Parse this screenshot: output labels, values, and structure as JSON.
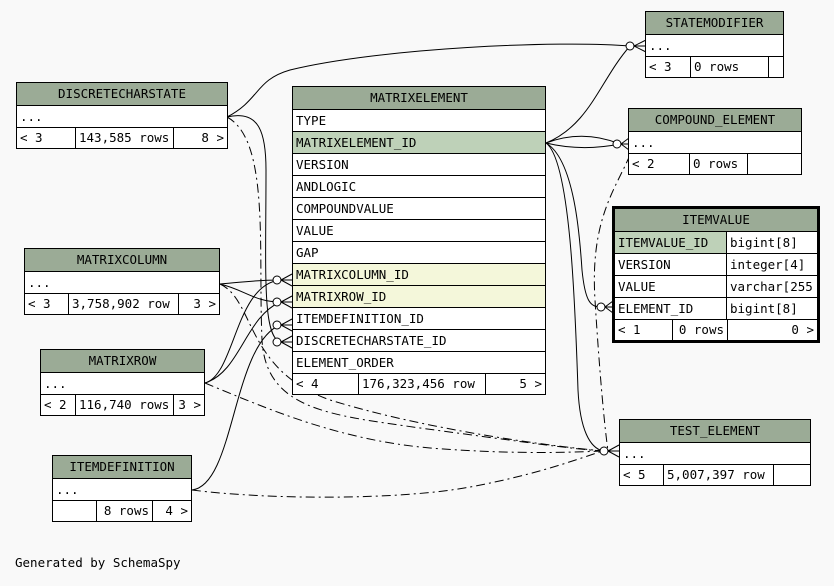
{
  "tables": {
    "statemodifier": {
      "name": "STATEMODIFIER",
      "placeholder": "...",
      "parents": "< 3",
      "rows": "0 rows",
      "children": ""
    },
    "discretecharstate": {
      "name": "DISCRETECHARSTATE",
      "placeholder": "...",
      "parents": "< 3",
      "rows": "143,585 rows",
      "children": "8 >"
    },
    "compound_element": {
      "name": "COMPOUND_ELEMENT",
      "placeholder": "...",
      "parents": "< 2",
      "rows": "0 rows",
      "children": ""
    },
    "matrixelement": {
      "name": "MATRIXELEMENT",
      "columns": [
        "TYPE",
        "MATRIXELEMENT_ID",
        "VERSION",
        "ANDLOGIC",
        "COMPOUNDVALUE",
        "VALUE",
        "GAP",
        "MATRIXCOLUMN_ID",
        "MATRIXROW_ID",
        "ITEMDEFINITION_ID",
        "DISCRETECHARSTATE_ID",
        "ELEMENT_ORDER"
      ],
      "parents": "< 4",
      "rows": "176,323,456 row",
      "children": "5 >"
    },
    "itemvalue": {
      "name": "ITEMVALUE",
      "columns": [
        {
          "name": "ITEMVALUE_ID",
          "type": "bigint[8]"
        },
        {
          "name": "VERSION",
          "type": "integer[4]"
        },
        {
          "name": "VALUE",
          "type": "varchar[255"
        },
        {
          "name": "ELEMENT_ID",
          "type": "bigint[8]"
        }
      ],
      "parents": "< 1",
      "rows": "0 rows",
      "children": "0 >"
    },
    "matrixcolumn": {
      "name": "MATRIXCOLUMN",
      "placeholder": "...",
      "parents": "< 3",
      "rows": "3,758,902 row",
      "children": "3 >"
    },
    "matrixrow": {
      "name": "MATRIXROW",
      "placeholder": "...",
      "parents": "< 2",
      "rows": "116,740 rows",
      "children": "3 >"
    },
    "test_element": {
      "name": "TEST_ELEMENT",
      "placeholder": "...",
      "parents": "< 5",
      "rows": "5,007,397 row",
      "children": ""
    },
    "itemdefinition": {
      "name": "ITEMDEFINITION",
      "placeholder": "...",
      "parents": "",
      "rows": "8 rows",
      "children": "4 >"
    }
  },
  "footer": "Generated by SchemaSpy",
  "colors": {
    "header": "#9bab96",
    "primary_key": "#bed1b8",
    "foreign_key": "#f4f7da",
    "background": "#f9f9f9"
  }
}
